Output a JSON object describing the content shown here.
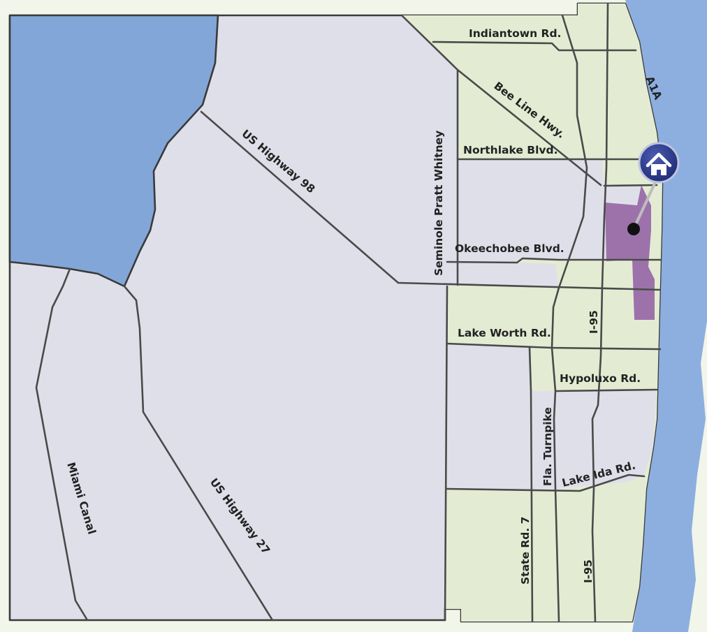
{
  "colors": {
    "background": "#f2f5ea",
    "land": "#dfdfea",
    "urban_area": "#e3ecd3",
    "lake": "#82a6d8",
    "ocean": "#8dafdf",
    "highlight_area": "#9d72aa",
    "marker": "#2c3a8e",
    "road": "#4a4a4a"
  },
  "labels": {
    "indiantown": "Indiantown Rd.",
    "beeline": "Bee Line Hwy.",
    "a1a": "A1A",
    "northlake": "Northlake Blvd.",
    "us98": "US Highway 98",
    "seminole": "Seminole Pratt Whitney",
    "okeechobee": "Okeechobee Blvd.",
    "i95_north": "I-95",
    "lakeworth": "Lake Worth Rd.",
    "hypoluxo": "Hypoluxo Rd.",
    "turnpike": "Fla. Turnpike",
    "lakeida": "Lake Ida Rd.",
    "state_rd7": "State Rd. 7",
    "i95_south": "I-95",
    "us27": "US Highway 27",
    "miami_canal": "Miami Canal"
  },
  "marker": {
    "icon": "home-icon"
  }
}
